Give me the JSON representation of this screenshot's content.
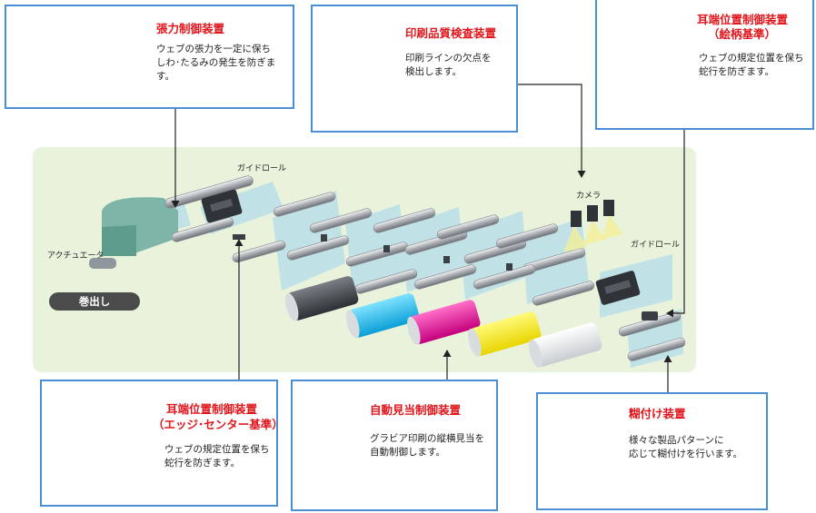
{
  "colors": {
    "title_red": "#e0161c",
    "box_border": "#4a8ed4",
    "panel_bg": "#e9f3dc",
    "connector": "#222222",
    "web": "#9fd3ee"
  },
  "icons": [
    "tension-controller-icon",
    "print-inspection-unit-icon",
    "pattern-epc-icon",
    "edge-sensor-icon",
    "register-controller-icon",
    "gluing-device-icon",
    "camera-icon",
    "roller-icon"
  ],
  "tension": {
    "title": "張力制御装置",
    "desc1": "ウェブの張力を一定に保ち",
    "desc2": "しわ･たるみの発生を防ぎま",
    "desc3": "す。"
  },
  "inspection": {
    "title": "印刷品質検査装置",
    "desc1": "印刷ラインの欠点を",
    "desc2": "検出します。"
  },
  "epc_pattern": {
    "title1": "耳端位置制御装置",
    "title2": "（絵柄基準）",
    "desc1": "ウェブの規定位置を保ち",
    "desc2": "蛇行を防ぎます。"
  },
  "epc_edge": {
    "title1": "耳端位置制御装置",
    "title2": "（エッジ･センター基準）",
    "desc1": "ウェブの規定位置を保ち",
    "desc2": "蛇行を防ぎます。"
  },
  "register": {
    "title": "自動見当制御装置",
    "desc1": "グラビア印刷の縦横見当を",
    "desc2": "自動制御します。"
  },
  "gluing": {
    "title": "糊付け装置",
    "desc1": "様々な製品パターンに",
    "desc2": "応じて糊付けを行います。"
  },
  "diagram": {
    "guide_roll_1": "ガイドロール",
    "guide_roll_2": "ガイドロール",
    "camera": "カメラ",
    "actuator": "アクチュエータ",
    "unwind": "巻出し"
  }
}
